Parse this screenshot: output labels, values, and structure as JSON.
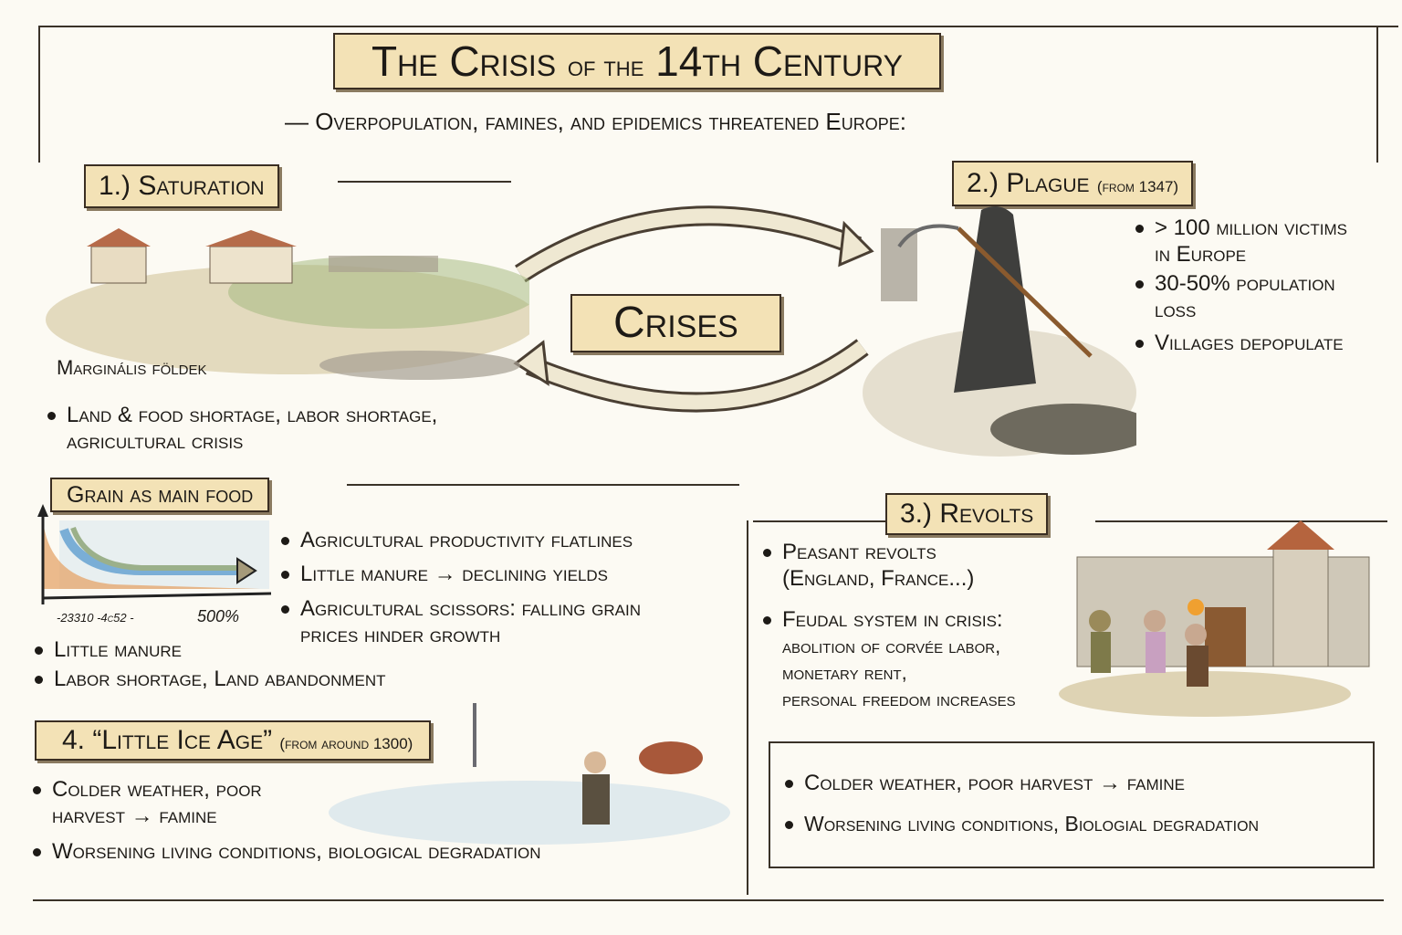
{
  "title": {
    "main_a": "The Crisis ",
    "main_b": "of the",
    "main_c": " 14th Century"
  },
  "subtitle": "— Overpopulation, famines, and epidemics threatened Europe:",
  "center": {
    "label": "Crises"
  },
  "saturation": {
    "heading": "1.) Saturation",
    "image_caption": "Marginális földek",
    "bullets": [
      "Land & food shortage, labor shortage,",
      "agricultural crisis"
    ]
  },
  "plague": {
    "heading": "2.) Plague",
    "heading_note": "(from 1347)",
    "bullets": [
      {
        "l1": "> 100 million victims",
        "l2": "in Europe"
      },
      {
        "l1": "30-50% population",
        "l2": "loss"
      },
      {
        "l1": "Villages depopulate",
        "l2": ""
      }
    ]
  },
  "grain": {
    "heading": "Grain as main food",
    "chart_axis_label_left": "-23310 -4c52 -",
    "chart_axis_label_right": "500%",
    "bullets_right": [
      {
        "l1": "Agricultural productivity flatlines",
        "l2": ""
      },
      {
        "l1": "Little manure → declining yields",
        "l2": ""
      },
      {
        "l1": "Agricultural scissors: falling grain",
        "l2": "prices hinder growth"
      }
    ],
    "bullets_left": [
      "Little manure",
      "Labor shortage, Land abandonment"
    ]
  },
  "revolts": {
    "heading": "3.) Revolts",
    "bullets": [
      {
        "l1": "Peasant revolts",
        "l2": "(England, France...)"
      },
      {
        "l1": "Feudal system in crisis:",
        "l2": "abolition of corvée labor,",
        "l3": "monetary rent,",
        "l4": "personal freedom increases"
      }
    ]
  },
  "ice_age": {
    "heading": "4. “Little Ice Age”",
    "heading_note": "(from around 1300)",
    "bullets": [
      {
        "l1": "Colder weather, poor",
        "l2": "harvest → famine"
      },
      {
        "l1": "Worsening living conditions, biological degradation",
        "l2": ""
      }
    ]
  },
  "summary_box": {
    "bullets": [
      "Colder weather, poor harvest → famine",
      "Worsening living conditions, Biologial degradation"
    ]
  },
  "colors": {
    "banner": "#f3e2b6",
    "ink": "#1d1a16",
    "arrow": "#efe8d2",
    "orange": "#e6a46a",
    "blue": "#7aaed6",
    "green": "#9bb08a"
  }
}
